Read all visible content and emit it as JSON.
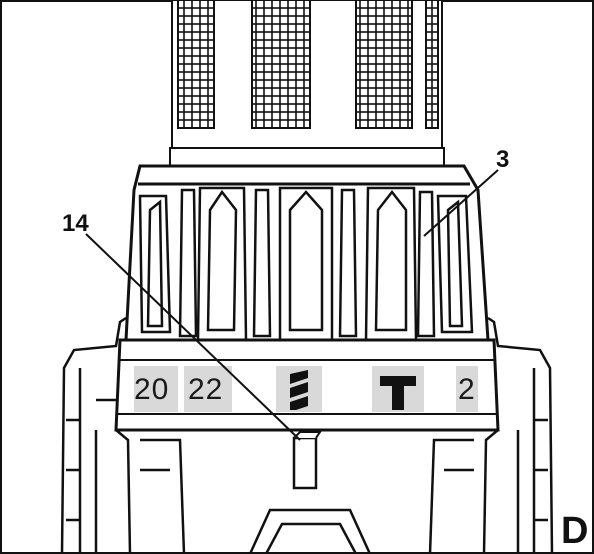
{
  "figure": {
    "callouts": {
      "chuck_collar": "3",
      "marker": "14",
      "figure_letter": "D"
    },
    "torque_ring": {
      "numbers": [
        "20",
        "22",
        "2"
      ],
      "drill_mode_icon": "drill-bit-icon",
      "hammer_mode_icon": "t-hammer-icon"
    },
    "colors": {
      "line": "#111111",
      "band": "#d9d9d9",
      "background": "#ffffff"
    }
  }
}
